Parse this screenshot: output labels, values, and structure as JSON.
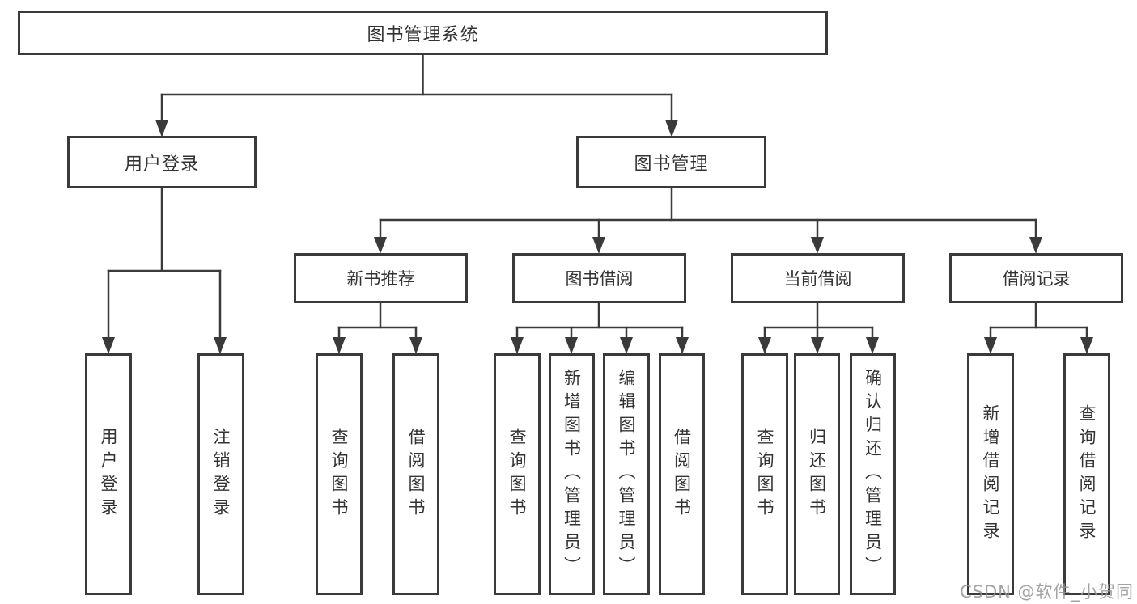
{
  "diagram": {
    "root": {
      "label": "图书管理系统"
    },
    "branches": [
      {
        "label": "用户登录",
        "children": [
          {
            "label": "用户登录"
          },
          {
            "label": "注销登录"
          }
        ]
      },
      {
        "label": "图书管理",
        "children": [
          {
            "label": "新书推荐",
            "children": [
              {
                "label": "查询图书"
              },
              {
                "label": "借阅图书"
              }
            ]
          },
          {
            "label": "图书借阅",
            "children": [
              {
                "label": "查询图书"
              },
              {
                "label": "新增图书（管理员）"
              },
              {
                "label": "编辑图书（管理员）"
              },
              {
                "label": "借阅图书"
              }
            ]
          },
          {
            "label": "当前借阅",
            "children": [
              {
                "label": "查询图书"
              },
              {
                "label": "归还图书"
              },
              {
                "label": "确认归还（管理员）"
              }
            ]
          },
          {
            "label": "借阅记录",
            "children": [
              {
                "label": "新增借阅记录"
              },
              {
                "label": "查询借阅记录"
              }
            ]
          }
        ]
      }
    ],
    "watermark": "CSDN @软件_小贺同学",
    "colors": {
      "line": "#3a3a3a",
      "text": "#333333",
      "background": "#ffffff",
      "watermark": "#969696"
    }
  }
}
